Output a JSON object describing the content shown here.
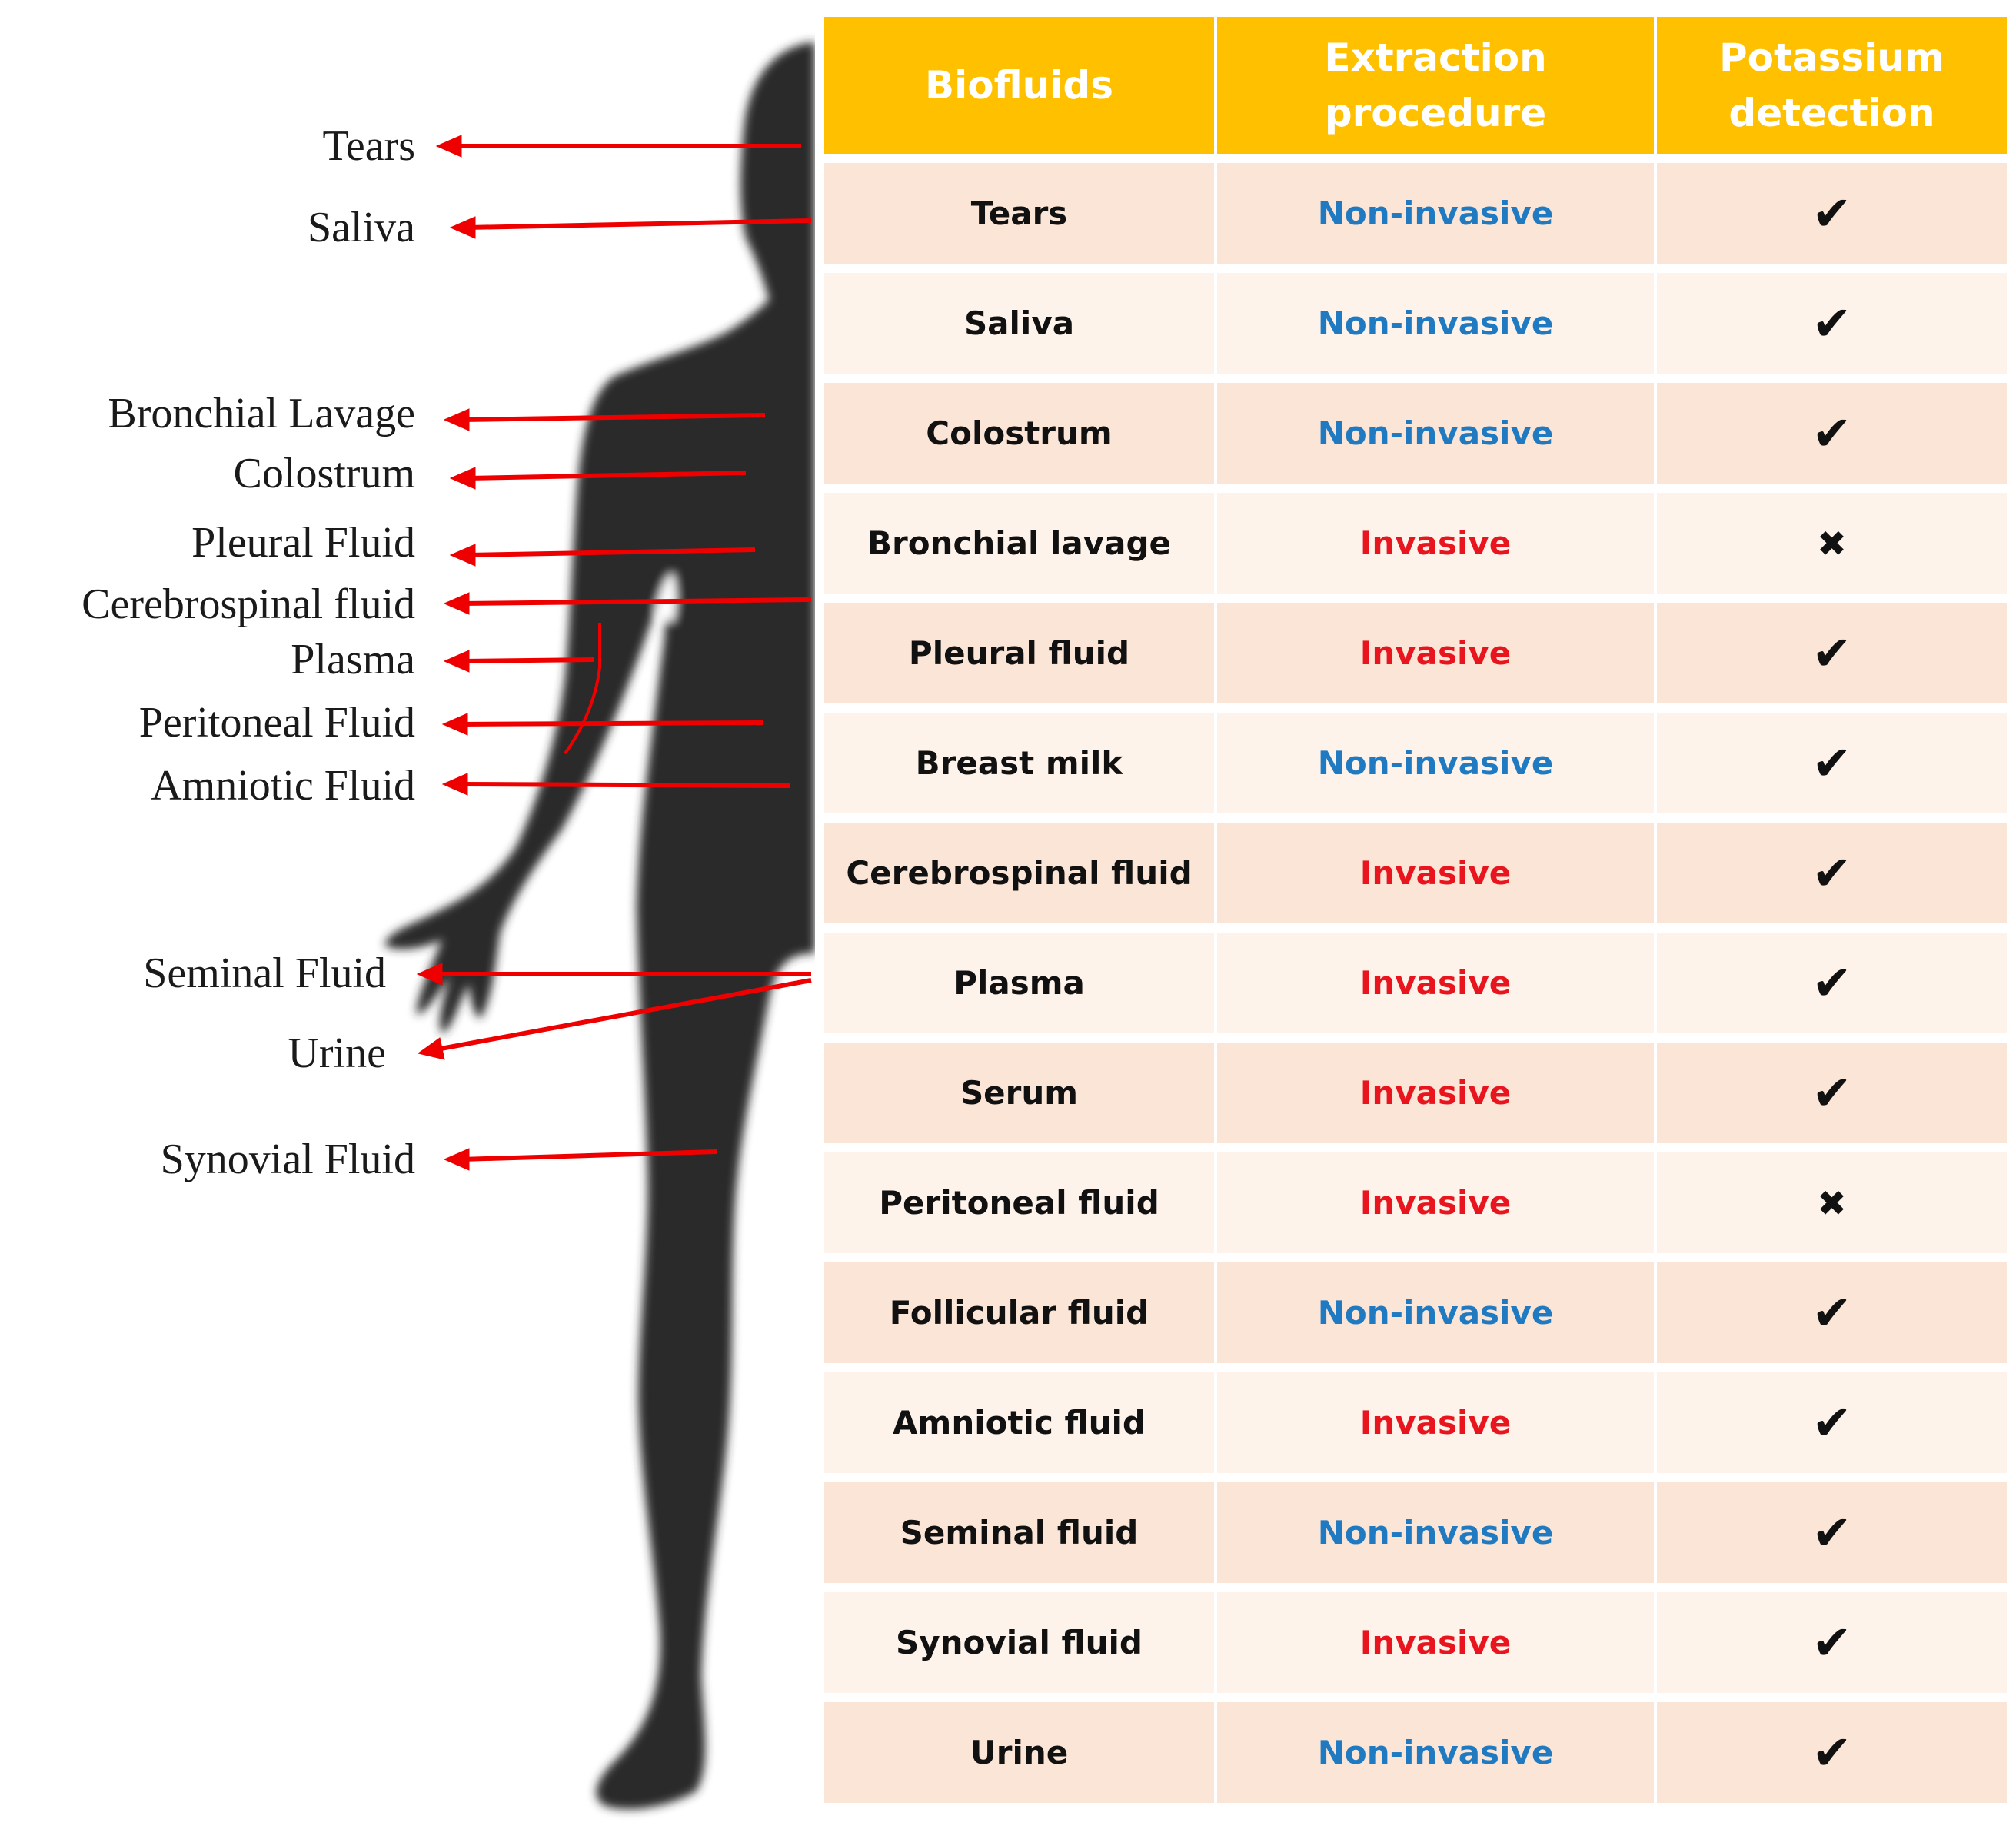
{
  "diagram": {
    "body_labels": [
      {
        "key": "tears",
        "text": "Tears"
      },
      {
        "key": "saliva",
        "text": "Saliva"
      },
      {
        "key": "bronchial",
        "text": "Bronchial Lavage"
      },
      {
        "key": "colostrum",
        "text": "Colostrum"
      },
      {
        "key": "pleural",
        "text": "Pleural Fluid"
      },
      {
        "key": "cerebrospinal",
        "text": "Cerebrospinal fluid"
      },
      {
        "key": "plasma",
        "text": "Plasma"
      },
      {
        "key": "peritoneal",
        "text": "Peritoneal Fluid"
      },
      {
        "key": "amniotic",
        "text": "Amniotic Fluid"
      },
      {
        "key": "seminal",
        "text": "Seminal Fluid"
      },
      {
        "key": "urine",
        "text": "Urine"
      },
      {
        "key": "synovial",
        "text": "Synovial Fluid"
      }
    ],
    "silhouette_color": "#2b2b2b",
    "arrow_color": "#ee0000"
  },
  "table": {
    "headers": [
      "Biofluids",
      "Extraction procedure",
      "Potassium detection"
    ],
    "header_color": "#ffc000",
    "rows": [
      {
        "fluid": "Tears",
        "procedure": "Non-invasive",
        "detected": "✔"
      },
      {
        "fluid": "Saliva",
        "procedure": "Non-invasive",
        "detected": "✔"
      },
      {
        "fluid": "Colostrum",
        "procedure": "Non-invasive",
        "detected": "✔"
      },
      {
        "fluid": "Bronchial lavage",
        "procedure": "Invasive",
        "detected": "✖"
      },
      {
        "fluid": "Pleural fluid",
        "procedure": "Invasive",
        "detected": "✔"
      },
      {
        "fluid": "Breast milk",
        "procedure": "Non-invasive",
        "detected": "✔"
      },
      {
        "fluid": "Cerebrospinal fluid",
        "procedure": "Invasive",
        "detected": "✔"
      },
      {
        "fluid": "Plasma",
        "procedure": "Invasive",
        "detected": "✔"
      },
      {
        "fluid": "Serum",
        "procedure": "Invasive",
        "detected": "✔"
      },
      {
        "fluid": "Peritoneal fluid",
        "procedure": "Invasive",
        "detected": "✖"
      },
      {
        "fluid": "Follicular fluid",
        "procedure": "Non-invasive",
        "detected": "✔"
      },
      {
        "fluid": "Amniotic fluid",
        "procedure": "Invasive",
        "detected": "✔"
      },
      {
        "fluid": "Seminal fluid",
        "procedure": "Non-invasive",
        "detected": "✔"
      },
      {
        "fluid": "Synovial fluid",
        "procedure": "Invasive",
        "detected": "✔"
      },
      {
        "fluid": "Urine",
        "procedure": "Non-invasive",
        "detected": "✔"
      }
    ]
  }
}
